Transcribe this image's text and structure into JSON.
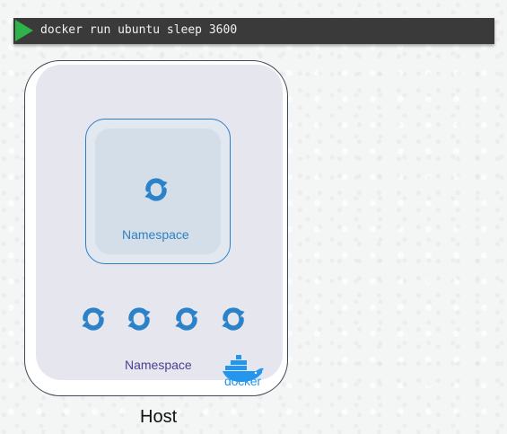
{
  "command": {
    "text": "docker run ubuntu sleep 3600"
  },
  "diagram": {
    "inner_namespace": {
      "label": "Namespace",
      "process_icon": "sync-icon"
    },
    "host_namespace": {
      "label": "Namespace",
      "process_icons": [
        "sync-icon",
        "sync-icon",
        "sync-icon",
        "sync-icon"
      ]
    },
    "host": {
      "label": "Host"
    },
    "logo": {
      "icon": "docker-whale-icon",
      "text": "docker"
    }
  },
  "colors": {
    "command_bar": "#3a3a3a",
    "play_icon": "#2db34a",
    "command_text": "#f1f1f1",
    "host_border": "#3f4856",
    "host_namespace_fill": "#e6e6ef",
    "inner_namespace_border": "#2b7fc8",
    "inner_namespace_fill": "#d4dee9",
    "process_icon": "#2b82c8",
    "inner_label": "#2f82c0",
    "host_namespace_label": "#4d3d93",
    "docker_blue": "#2496ed"
  }
}
